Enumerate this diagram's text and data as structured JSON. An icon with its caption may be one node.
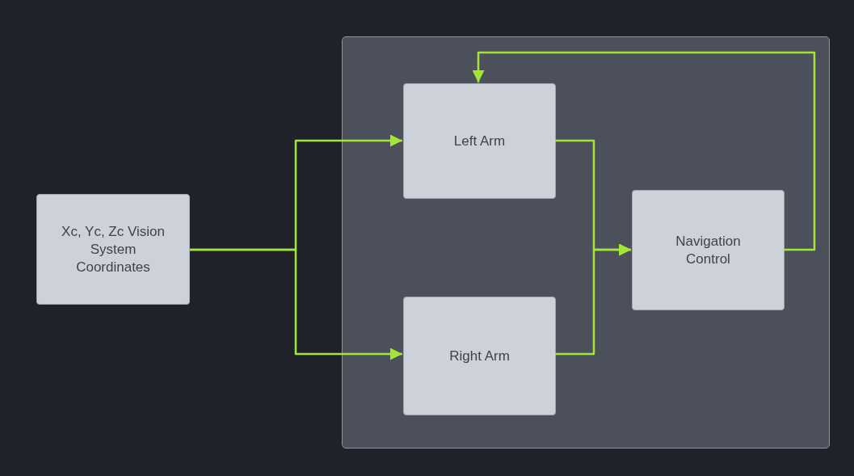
{
  "diagram": {
    "nodes": [
      {
        "text": [],
        "shape": "box"
      },
      {
        "text": [
          "Xc, Yc, Zc Vision System Coordinates"
        ]
      },
      {
        "text": [
          "Left Arm"
        ],
        "in": 0
      },
      {
        "text": [
          "Right Arm"
        ],
        "in": 0
      },
      {
        "text": [
          "Navigation Control"
        ],
        "in": 0
      }
    ],
    "edges": [
      {
        "from": 1,
        "to": 2,
        "arrow": "to"
      },
      {
        "from": 1,
        "to": 3,
        "arrow": "to"
      },
      {
        "from": 2,
        "to": 4,
        "arrow": "to"
      },
      {
        "from": 3,
        "to": 4,
        "arrow": "to"
      },
      {
        "from": 4,
        "to": 2,
        "arrow": "to"
      }
    ]
  }
}
